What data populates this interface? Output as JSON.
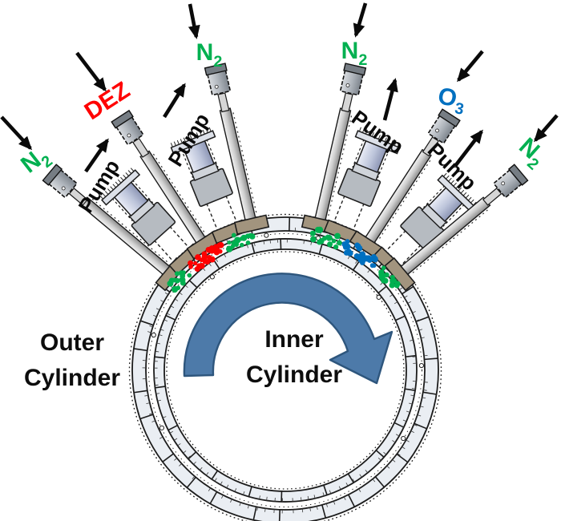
{
  "diagram": {
    "background": "#ffffff",
    "outer_cylinder_label": {
      "line1": "Outer",
      "line2": "Cylinder"
    },
    "inner_cylinder_label": {
      "line1": "Inner",
      "line2": "Cylinder"
    },
    "pump_label": "Pump",
    "label_color": "#0a0a0a",
    "rotation_arrow": {
      "direction": "clockwise",
      "fill": "#4d7aa9",
      "border": "#2e567d"
    },
    "gas_colors": {
      "n2": "#00B050",
      "dez": "#FF0000",
      "o3": "#0070C0"
    },
    "ports": [
      {
        "id": "n2-inlet-far-left",
        "kind": "gas-inlet",
        "gas": "N2",
        "label": "N",
        "sub": "2",
        "color": "#00B050",
        "flow": "in"
      },
      {
        "id": "pump-port-1",
        "kind": "pump-port",
        "label": "Pump",
        "color": "#0a0a0a",
        "flow": "out"
      },
      {
        "id": "dez-inlet",
        "kind": "gas-inlet",
        "gas": "DEZ",
        "label": "DEZ",
        "sub": "",
        "color": "#FF0000",
        "flow": "in"
      },
      {
        "id": "pump-port-2",
        "kind": "pump-port",
        "label": "Pump",
        "color": "#0a0a0a",
        "flow": "out"
      },
      {
        "id": "n2-inlet-left-mid",
        "kind": "gas-inlet",
        "gas": "N2",
        "label": "N",
        "sub": "2",
        "color": "#00B050",
        "flow": "in"
      },
      {
        "id": "n2-inlet-right-mid",
        "kind": "gas-inlet",
        "gas": "N2",
        "label": "N",
        "sub": "2",
        "color": "#00B050",
        "flow": "in"
      },
      {
        "id": "pump-port-3",
        "kind": "pump-port",
        "label": "Pump",
        "color": "#0a0a0a",
        "flow": "out"
      },
      {
        "id": "o3-inlet",
        "kind": "gas-inlet",
        "gas": "O3",
        "label": "O",
        "sub": "3",
        "color": "#0070C0",
        "flow": "in"
      },
      {
        "id": "pump-port-4",
        "kind": "pump-port",
        "label": "Pump",
        "color": "#0a0a0a",
        "flow": "out"
      },
      {
        "id": "n2-inlet-far-right",
        "kind": "gas-inlet",
        "gas": "N2",
        "label": "N",
        "sub": "2",
        "color": "#00B050",
        "flow": "in"
      }
    ],
    "gas_zones": [
      {
        "gas": "N2",
        "color": "#00B050"
      },
      {
        "gas": "DEZ",
        "color": "#FF0000"
      },
      {
        "gas": "N2",
        "color": "#00B050"
      },
      {
        "gas": "N2",
        "color": "#00B050"
      },
      {
        "gas": "O3",
        "color": "#0070C0"
      },
      {
        "gas": "N2",
        "color": "#00B050"
      }
    ]
  }
}
